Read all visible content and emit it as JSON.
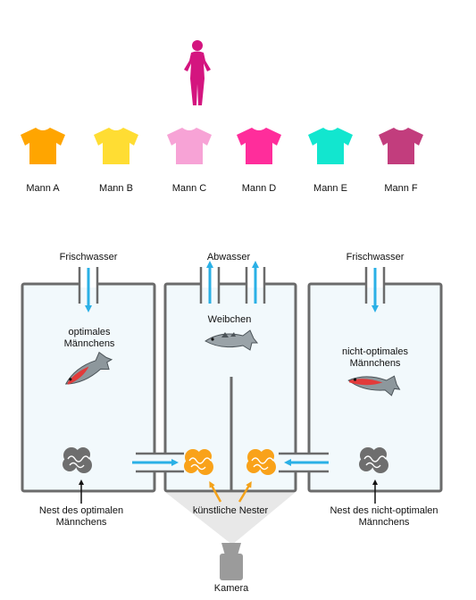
{
  "shirts": [
    {
      "label": "Mann A",
      "color": "#FFA500"
    },
    {
      "label": "Mann B",
      "color": "#FFDD33"
    },
    {
      "label": "Mann C",
      "color": "#F7A3D6"
    },
    {
      "label": "Mann D",
      "color": "#FF2D9B"
    },
    {
      "label": "Mann E",
      "color": "#12E6CF"
    },
    {
      "label": "Mann F",
      "color": "#C23D7D"
    }
  ],
  "woman_color": "#D4157F",
  "tanks": {
    "left": {
      "inflow": "Frischwasser",
      "fish_label": "optimales\nMännchens",
      "nest_label": "Nest des optimalen\nMännchens"
    },
    "middle": {
      "outflow": "Abwasser",
      "fish_label": "Weibchen",
      "nest_label": "künstliche Nester"
    },
    "right": {
      "inflow": "Frischwasser",
      "fish_label": "nicht-optimales\nMännchens",
      "nest_label": "Nest des nicht-optimalen\nMännchens"
    }
  },
  "camera_label": "Kamera",
  "colors": {
    "tank_border": "#6b6b6b",
    "tank_fill": "#f2f9fc",
    "water_arrow": "#2ab0e6",
    "orange_arrow": "#f4a21a",
    "nest_gray": "#6e6e6e",
    "nest_orange": "#f9a21a",
    "cone": "#e8e8e8"
  }
}
